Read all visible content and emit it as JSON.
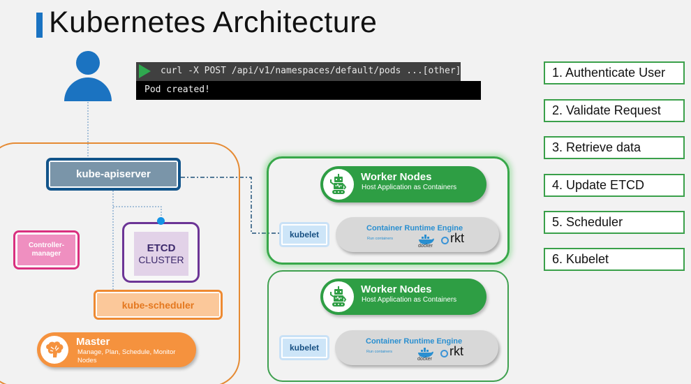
{
  "title": "Kubernetes Architecture",
  "terminal": {
    "command": "curl -X POST /api/v1/namespaces/default/pods ...[other]",
    "output": "Pod created!"
  },
  "steps": [
    {
      "label": "1. Authenticate User"
    },
    {
      "label": "2. Validate Request"
    },
    {
      "label": "3. Retrieve data"
    },
    {
      "label": "4. Update ETCD"
    },
    {
      "label": "5. Scheduler"
    },
    {
      "label": "6. Kubelet"
    }
  ],
  "master": {
    "apiserver": "kube-apiserver",
    "controller_line1": "Controller-",
    "controller_line2": "manager",
    "etcd_line1": "ETCD",
    "etcd_line2": "CLUSTER",
    "scheduler": "kube-scheduler",
    "title": "Master",
    "subtitle": "Manage, Plan, Schedule, Monitor Nodes"
  },
  "workers": [
    {
      "title": "Worker Nodes",
      "subtitle": "Host Application as Containers",
      "kubelet": "kubelet",
      "runtime_title": "Container Runtime Engine",
      "runtime_sub": "Run containers",
      "docker": "docker",
      "rkt": "rkt"
    },
    {
      "title": "Worker Nodes",
      "subtitle": "Host Application as Containers",
      "kubelet": "kubelet",
      "runtime_title": "Container Runtime Engine",
      "runtime_sub": "Run containers",
      "docker": "docker",
      "rkt": "rkt"
    }
  ],
  "colors": {
    "accent_blue": "#1b73c1",
    "master_orange": "#e58a33",
    "worker_green": "#2e9e44",
    "step_border": "#3aa04a",
    "etcd_purple": "#6c3596",
    "controller_pink": "#d9307f"
  }
}
